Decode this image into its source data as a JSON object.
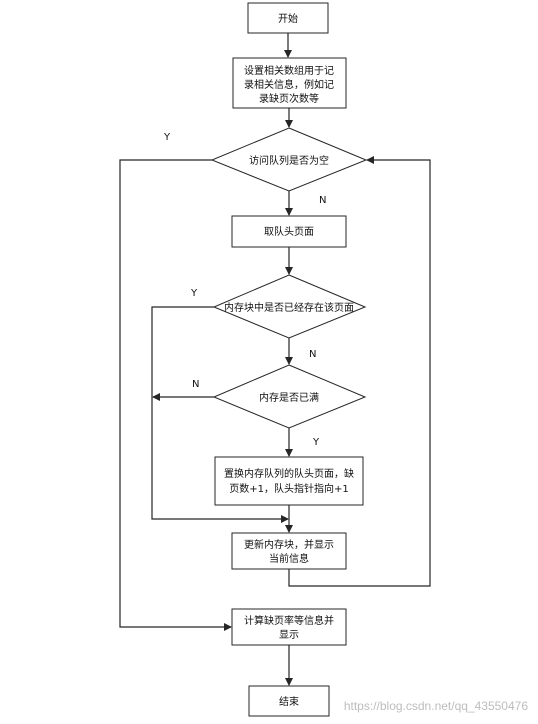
{
  "diagram": {
    "start": "开始",
    "init": [
      "设置相关数组用于记",
      "录相关信息，例如记",
      "录缺页次数等"
    ],
    "queue_empty": "访问队列是否为空",
    "take_head": "取队头页面",
    "block_exists": "内存块中是否已经存在该页面",
    "memory_full": "内存是否已满",
    "replace": [
      "置换内存队列的队头页面，缺",
      "页数+1，队头指针指向+1"
    ],
    "update": [
      "更新内存块，并显示",
      "当前信息"
    ],
    "compute": [
      "计算缺页率等信息并",
      "显示"
    ],
    "end": "结束"
  },
  "edge_labels": {
    "queue_empty_yes": "Y",
    "queue_empty_no": "N",
    "block_exists_yes": "Y",
    "block_exists_no": "N",
    "memory_full_no": "N",
    "memory_full_yes": "Y"
  },
  "watermark": "https://blog.csdn.net/qq_43550476"
}
